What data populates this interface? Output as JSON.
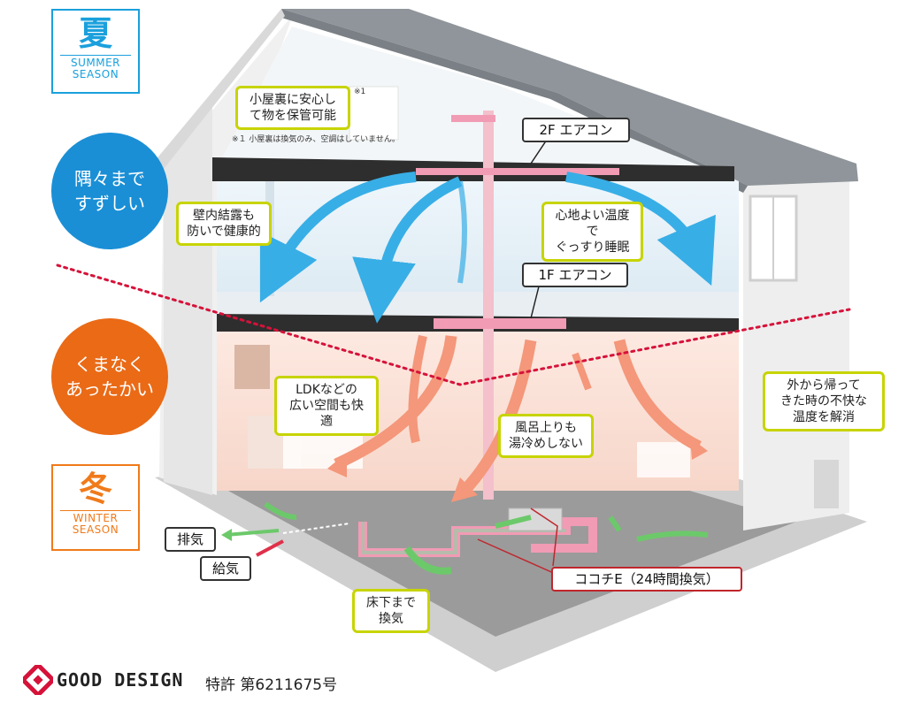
{
  "seasons": {
    "summer": {
      "kanji": "夏",
      "english": "SUMMER\nSEASON",
      "color": "#1aa0dc"
    },
    "winter": {
      "kanji": "冬",
      "english": "WINTER\nSEASON",
      "color": "#f07a1a"
    }
  },
  "circles": {
    "summer": {
      "text": "隅々まで\nすずしい",
      "color": "#1a8fd6"
    },
    "winter": {
      "text": "くまなく\nあったかい",
      "color": "#ea6a16"
    }
  },
  "labels": {
    "attic": "小屋裏に安心し\nて物を保管可能",
    "attic_mark": "※1",
    "attic_note": "※１ 小屋裏は換気のみ、空調はしていません。",
    "wall": "壁内結露も\n防いで健康的",
    "sleep": "心地よい温度で\nぐっすり睡眠",
    "ldk": "LDKなどの\n広い空間も快適",
    "bath": "風呂上りも\n湯冷めしない",
    "outside": "外から帰って\nきた時の不快な\n温度を解消",
    "underfloor": "床下まで\n換気"
  },
  "tags": {
    "ac2f": "2F エアコン",
    "ac1f": "1F エアコン",
    "exhaust": "排気",
    "supply": "給気",
    "kokochi": "ココチE（24時間換気）"
  },
  "footer": {
    "logo_text": "GOOD DESIGN",
    "patent": "特許 第6211675号"
  },
  "colors": {
    "roof": "#8f959a",
    "wall_outer": "#f2f2f2",
    "summer_room": "#e4f1f8",
    "winter_room": "#fbe3da",
    "cool_arrow": "#38aee6",
    "warm_arrow": "#f4977a",
    "vent_arrow": "#6cc96a",
    "duct": "#f19bb5",
    "dotted_line": "#d6123a",
    "label_border": "#c7d400"
  }
}
